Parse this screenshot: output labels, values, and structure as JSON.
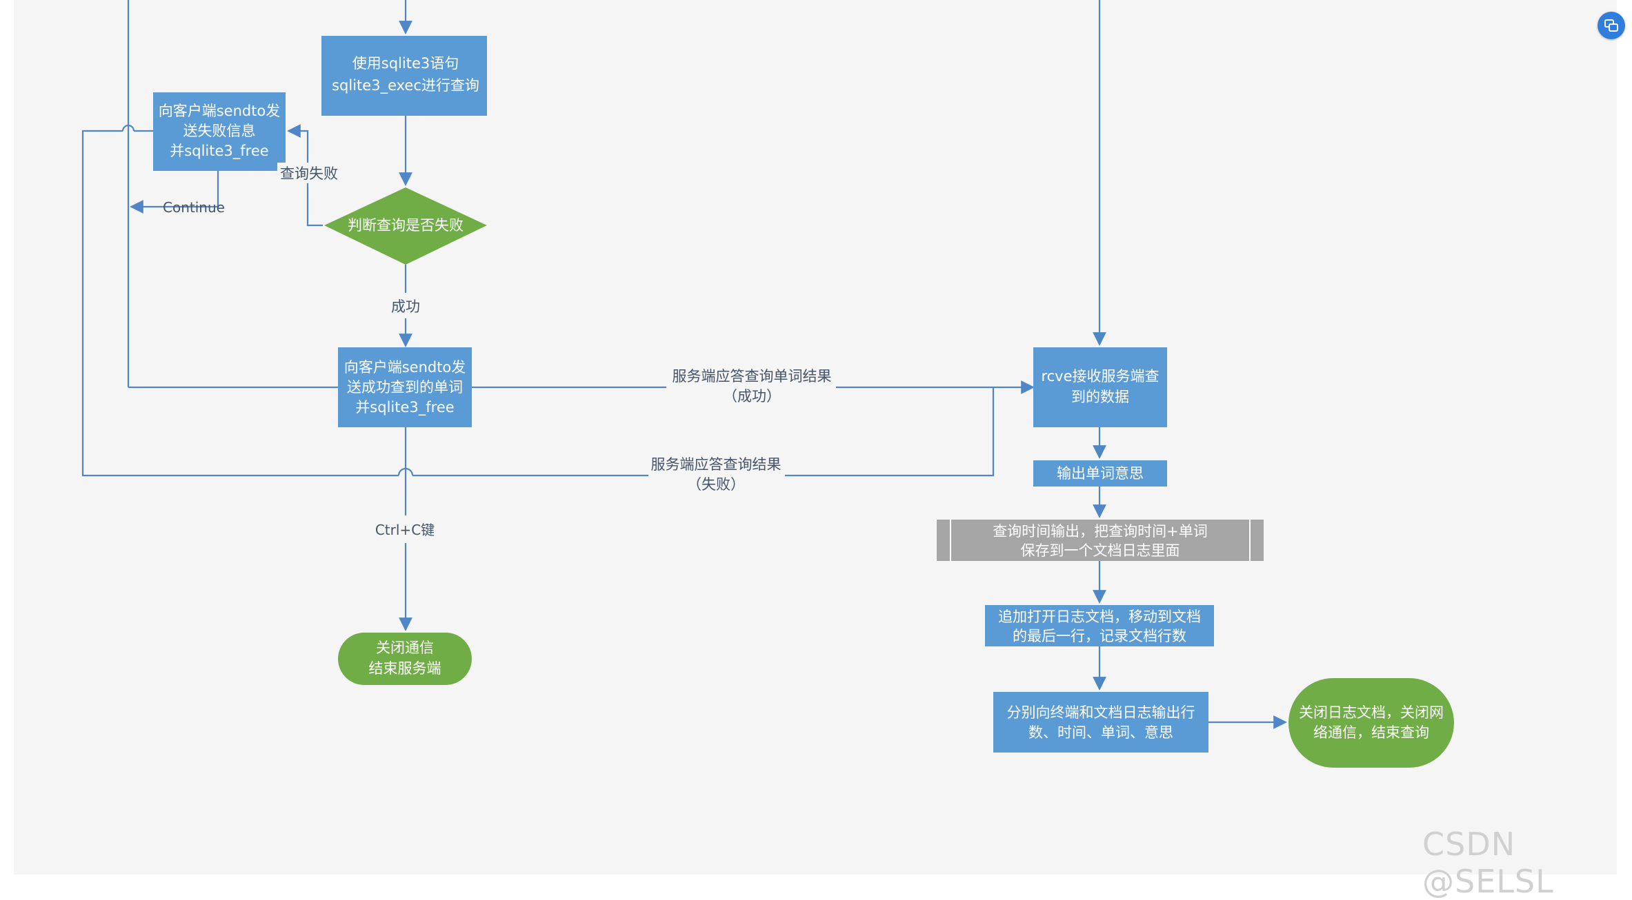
{
  "colors": {
    "background": "#f5f5f5",
    "process": "#5b9bd5",
    "decision": "#70ad47",
    "terminator": "#70ad47",
    "gray_box": "#a5a5a5",
    "line": "#4f86c6",
    "text_light": "#ffffff",
    "text_dark": "#44546a"
  },
  "nodes": {
    "query_exec": [
      "使用sqlite3语句",
      "sqlite3_exec进行查询"
    ],
    "send_fail": [
      "向客户端sendto发",
      "送失败信息",
      "并sqlite3_free"
    ],
    "judge": [
      "判断查询是否失败"
    ],
    "send_success": [
      "向客户端sendto发",
      "送成功查到的单词",
      "并sqlite3_free"
    ],
    "close_server": [
      "关闭通信",
      "结束服务端"
    ],
    "recv": [
      "rcve接收服务端查",
      "到的数据"
    ],
    "output_meaning": [
      "输出单词意思"
    ],
    "save_time": [
      "查询时间输出，把查询时间+单词",
      "保存到一个文档日志里面"
    ],
    "open_log": [
      "追加打开日志文档，移动到文档",
      "的最后一行，记录文档行数"
    ],
    "output_lines": [
      "分别向终端和文档日志输出行",
      "数、时间、单词、意思"
    ],
    "close_client": [
      "关闭日志文档，关闭网",
      "络通信，结束查询"
    ]
  },
  "edge_labels": {
    "query_fail": "查询失败",
    "continue": "Continue",
    "success": "成功",
    "reply_word": [
      "服务端应答查询单词结果",
      "（成功）"
    ],
    "reply_fail": [
      "服务端应答查询结果",
      "（失败）"
    ],
    "ctrl_c": "Ctrl+C键"
  },
  "icons": {
    "fab": "translate-icon"
  },
  "watermark": "CSDN @SELSL"
}
